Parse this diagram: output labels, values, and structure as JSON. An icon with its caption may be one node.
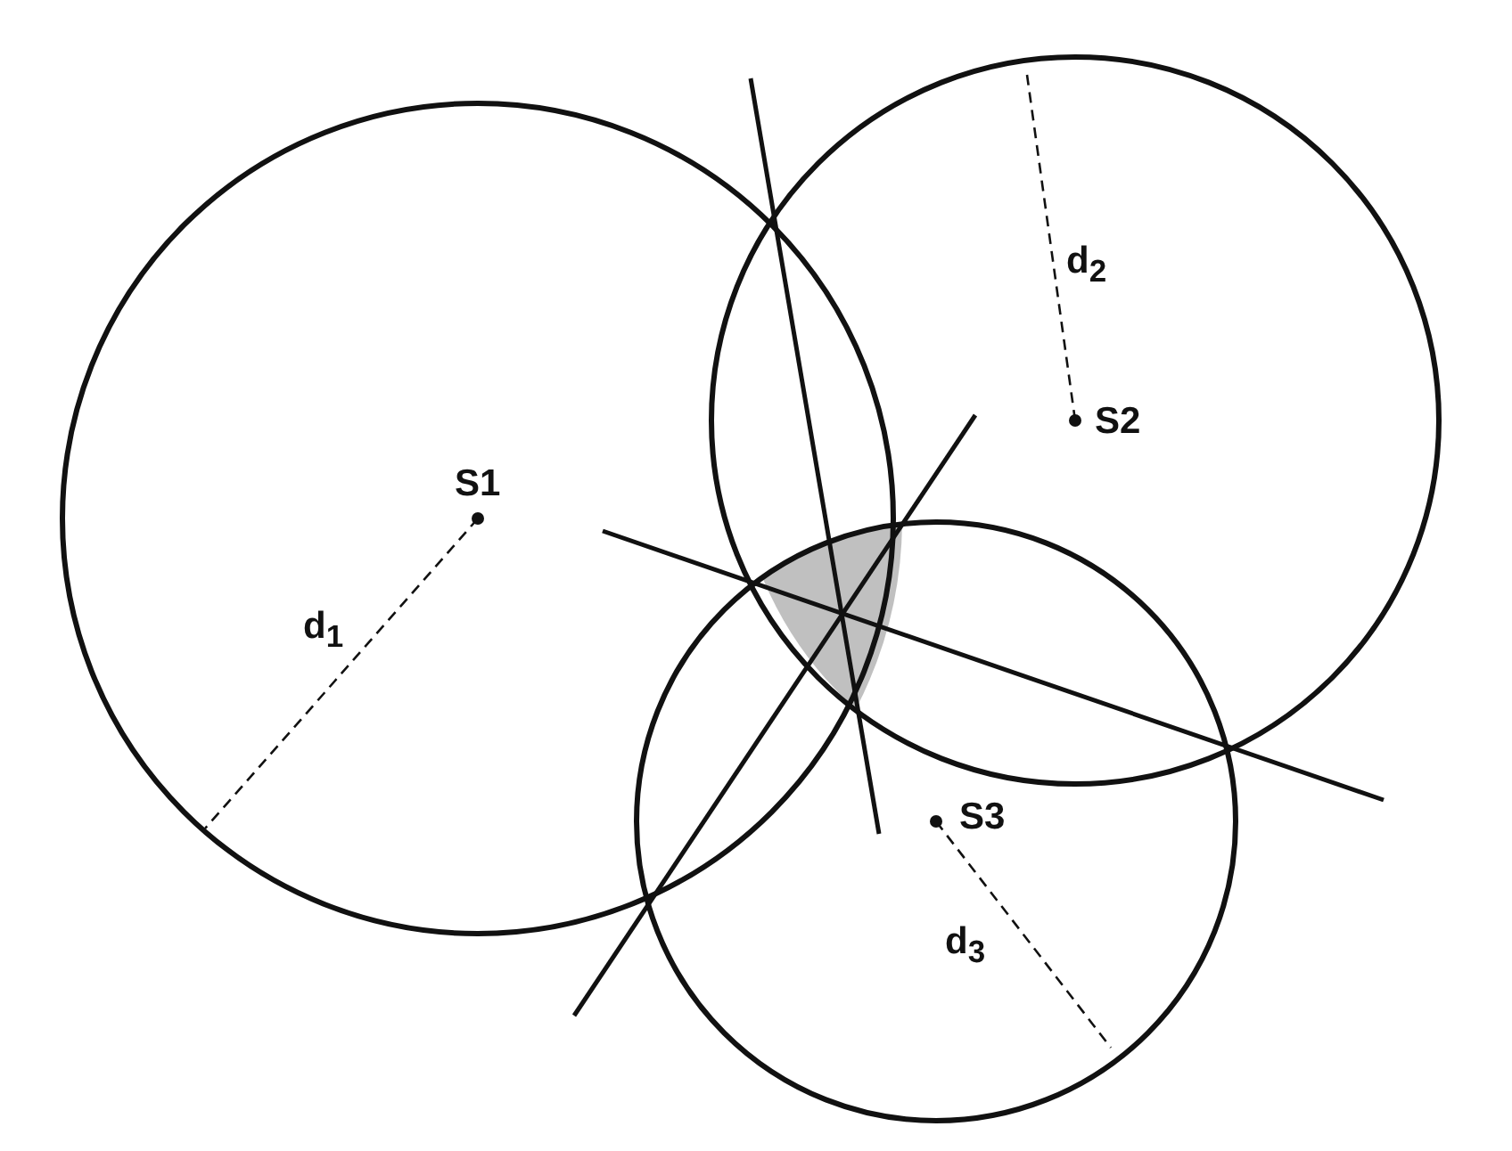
{
  "diagram": {
    "labels": [
      "d$_{2}$",
      "S2",
      "S1",
      "d$_{1}$",
      "S3",
      "d$_{3}$"
    ]
  }
}
